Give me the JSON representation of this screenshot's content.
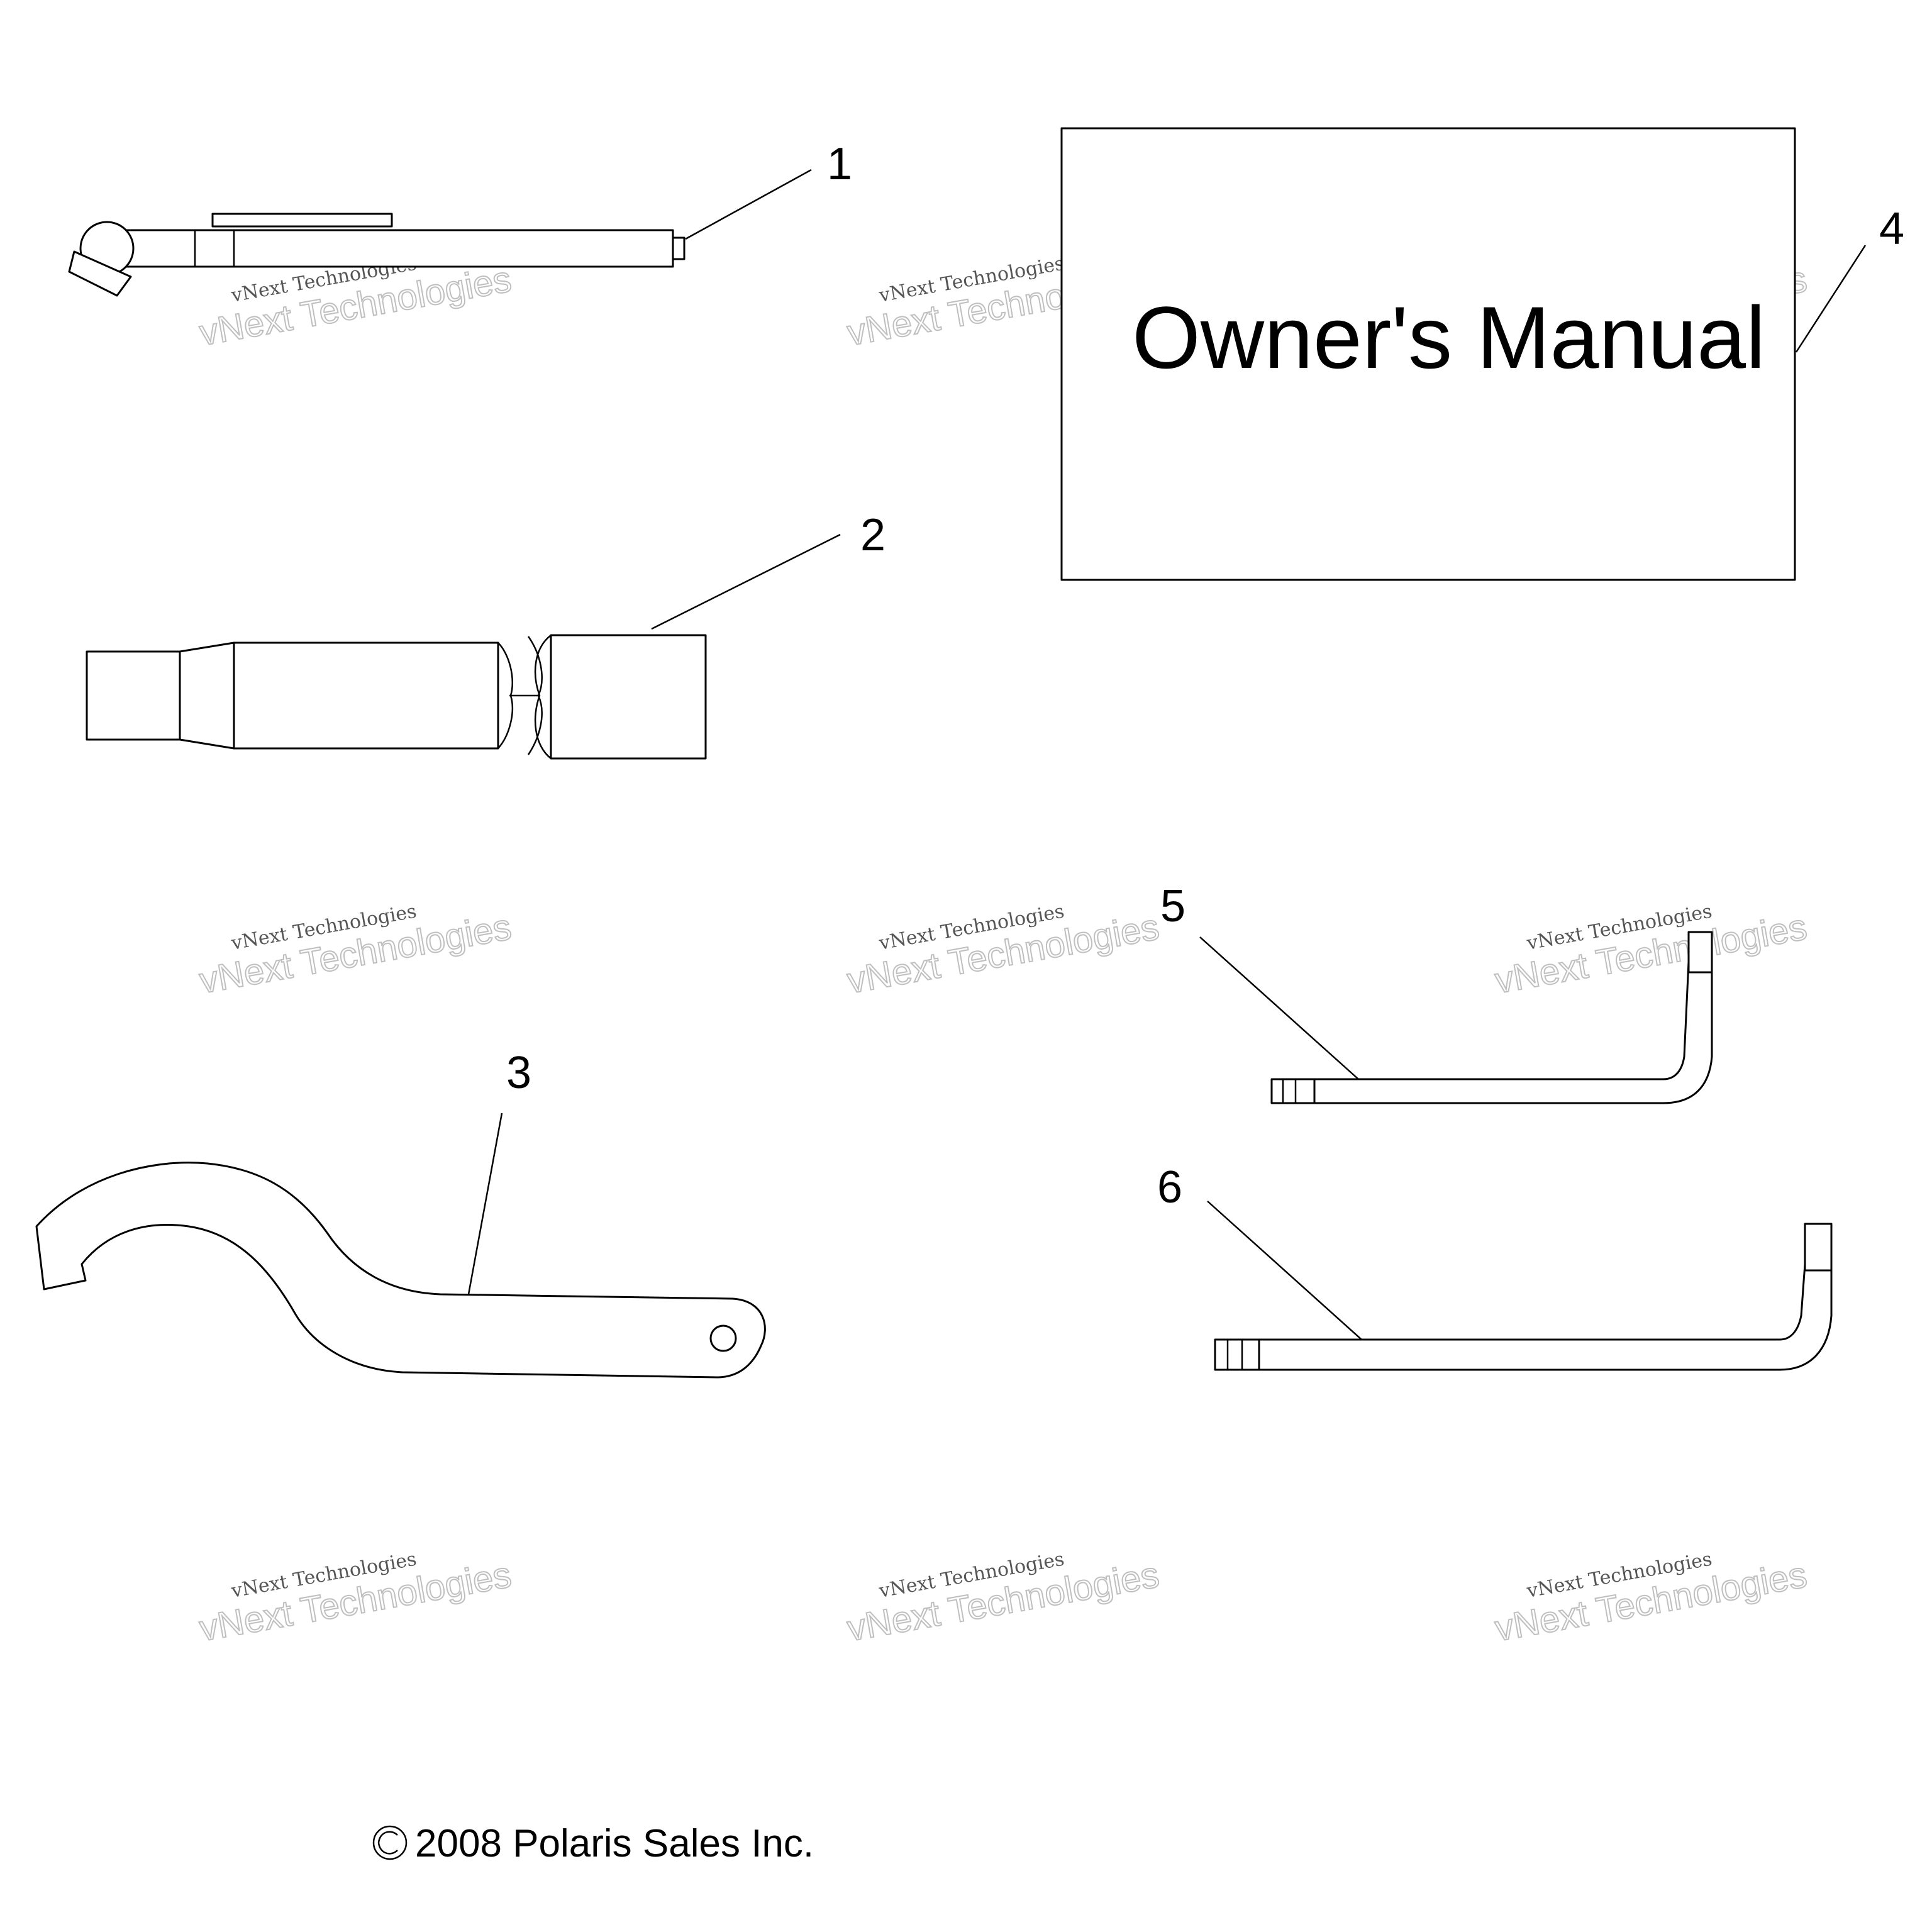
{
  "callouts": [
    "1",
    "2",
    "3",
    "4",
    "5",
    "6"
  ],
  "manual": {
    "title": "Owner's Manual"
  },
  "watermark": {
    "line1": "vNext Technologies",
    "line2": "vNext Technologies"
  },
  "copyright": "2008 Polaris Sales Inc.",
  "colors": {
    "ink": "#000000",
    "paper": "#ffffff",
    "watermark": "#bfbfbf"
  }
}
